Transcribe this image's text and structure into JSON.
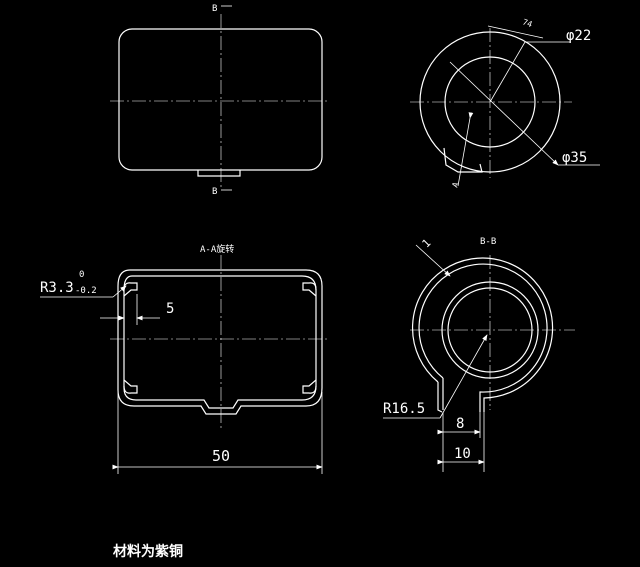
{
  "drawing": {
    "labels": {
      "section_b_top": "B",
      "section_b_bottom": "B",
      "section_aa": "A-A旋转",
      "section_bb": "B-B",
      "dim_phi22": "φ22",
      "dim_phi35": "φ35",
      "dim_radius": "R3.3",
      "tol_upper": "0",
      "tol_lower": "-0.2",
      "dim_5": "5",
      "dim_50": "50",
      "dim_r165": "R16.5",
      "dim_8": "8",
      "dim_10": "10",
      "dim_1": "1",
      "dim_74": "74",
      "dim_a": "A",
      "material_note": "材料为紫铜"
    }
  }
}
